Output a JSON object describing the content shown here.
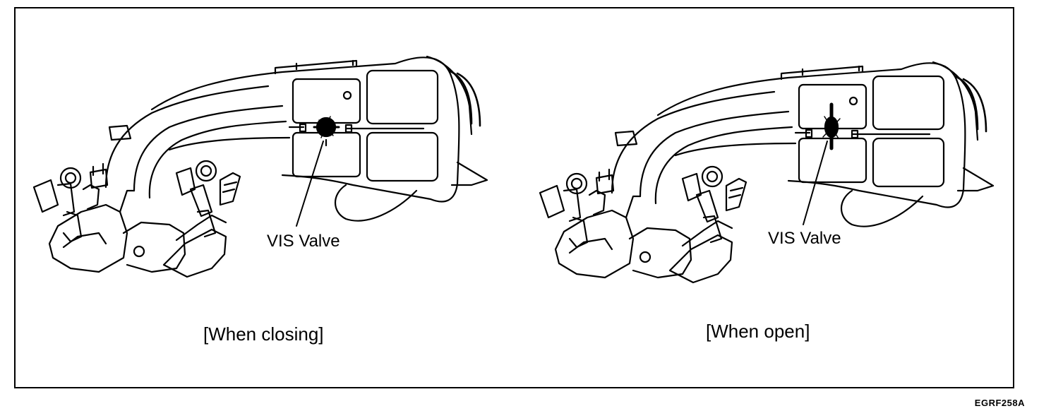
{
  "figure": {
    "left_panel": {
      "valve_label": "VIS Valve",
      "caption": "[When closing]",
      "valve_state": "closed"
    },
    "right_panel": {
      "valve_label": "VIS Valve",
      "caption": "[When open]",
      "valve_state": "open"
    },
    "figure_code": "EGRF258A"
  }
}
